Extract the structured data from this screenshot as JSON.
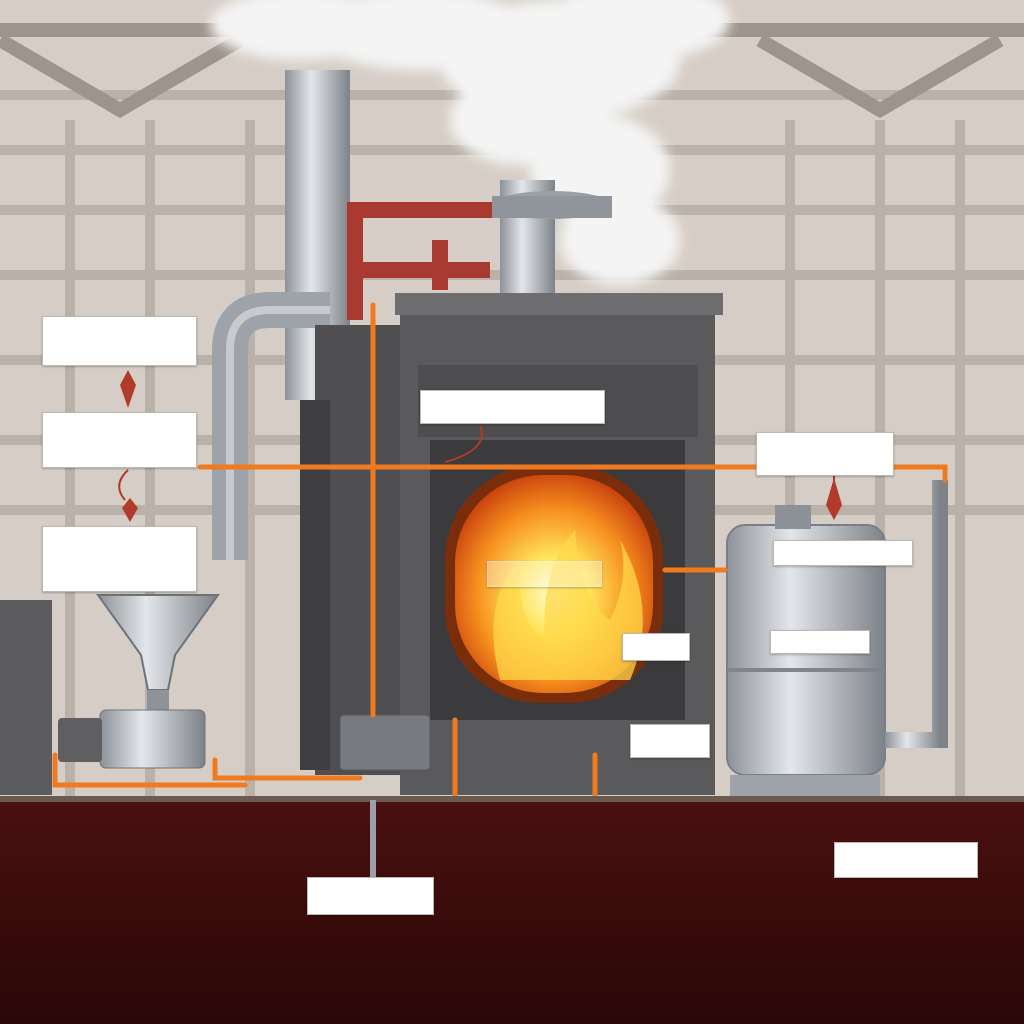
{
  "diagram": {
    "title": "",
    "labels": [
      {
        "id": "label-top-left",
        "lines": []
      },
      {
        "id": "label-mid-left",
        "lines": []
      },
      {
        "id": "label-lower-left",
        "lines": []
      },
      {
        "id": "label-furnace-top",
        "lines": []
      },
      {
        "id": "label-tank-top",
        "lines": []
      },
      {
        "id": "label-tank-side",
        "lines": []
      },
      {
        "id": "label-tank-body",
        "lines": []
      },
      {
        "id": "label-fire",
        "lines": []
      },
      {
        "id": "label-pipe-right",
        "lines": []
      },
      {
        "id": "label-pump",
        "lines": []
      },
      {
        "id": "label-floor-right",
        "lines": []
      },
      {
        "id": "label-floor-bottom",
        "lines": []
      }
    ]
  },
  "colors": {
    "floor": "#3a0b0b",
    "furnace_body": "#555555",
    "flame_core": "#fff27a",
    "flame_outer": "#f26a10",
    "hot_pipe": "#f07a1f",
    "red_pipe": "#a83a32",
    "steel": "#b9bec4",
    "smoke": "#f3f3f3"
  },
  "icons": [
    "arrow-down-icon",
    "smoke-cloud",
    "flame"
  ]
}
